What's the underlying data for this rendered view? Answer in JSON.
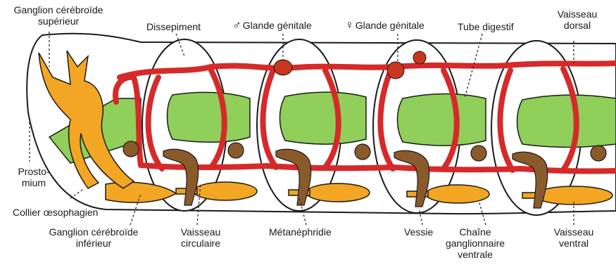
{
  "labels": {
    "ganglion_sup": [
      "Ganglion cérébroïde",
      "supérieur"
    ],
    "dissepiment": "Dissepiment",
    "glande_male": "Glande génitale",
    "glande_female": "Glande génitale",
    "tube_digestif": "Tube digestif",
    "vaisseau_dorsal": [
      "Vaisseau",
      "dorsal"
    ],
    "prostomium": [
      "Prosto-",
      "mium"
    ],
    "collier": "Collier œsophagien",
    "ganglion_inf": [
      "Ganglion cérébroïde",
      "inférieur"
    ],
    "vaisseau_circ": [
      "Vaisseau",
      "circulaire"
    ],
    "metanephridie": "Métanéphridie",
    "vessie": "Vessie",
    "chaine": [
      "Chaîne",
      "ganglionnaire",
      "ventrale"
    ],
    "vaisseau_ventral": [
      "Vaisseau",
      "ventral"
    ]
  },
  "symbols": {
    "male": "♂",
    "female": "♀"
  },
  "colors": {
    "vessel_red": "#d62a2a",
    "digestive_green": "#8fcf5a",
    "nerve_orange": "#f2a623",
    "nephridia_brown": "#8b5a2b",
    "gonad_red": "#c8361f",
    "outline": "#1a1a1a"
  }
}
